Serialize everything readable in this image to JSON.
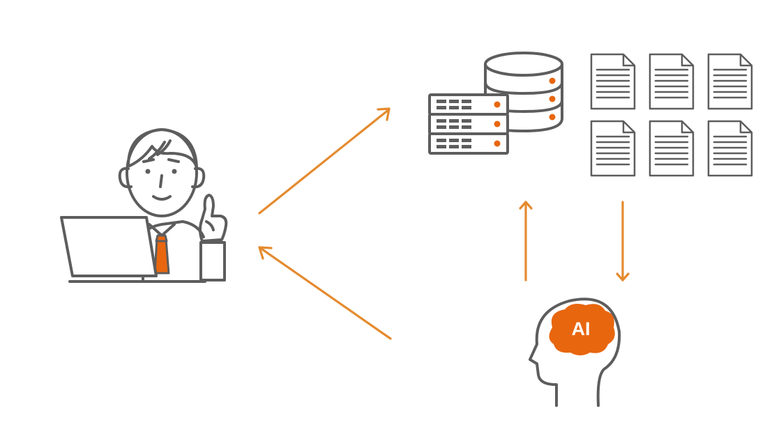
{
  "colors": {
    "line": "#5d5d5d",
    "accent": "#e8660e",
    "arrow": "#e58a2e",
    "background": "#ffffff"
  },
  "nodes": {
    "user": {
      "icon": "businessman-with-laptop-icon"
    },
    "data_store": {
      "icons": [
        "server-rack-icon",
        "database-icon",
        "document-icon"
      ],
      "document_count": 6
    },
    "ai": {
      "icon": "ai-head-icon",
      "label": "AI"
    }
  },
  "edges": [
    {
      "from": "user",
      "to": "data_store",
      "icon": "arrow-up-right-icon"
    },
    {
      "from": "ai",
      "to": "user",
      "icon": "arrow-up-left-icon"
    },
    {
      "from": "ai",
      "to": "data_store",
      "icon": "arrow-up-icon"
    },
    {
      "from": "data_store",
      "to": "ai",
      "icon": "arrow-down-icon"
    }
  ]
}
